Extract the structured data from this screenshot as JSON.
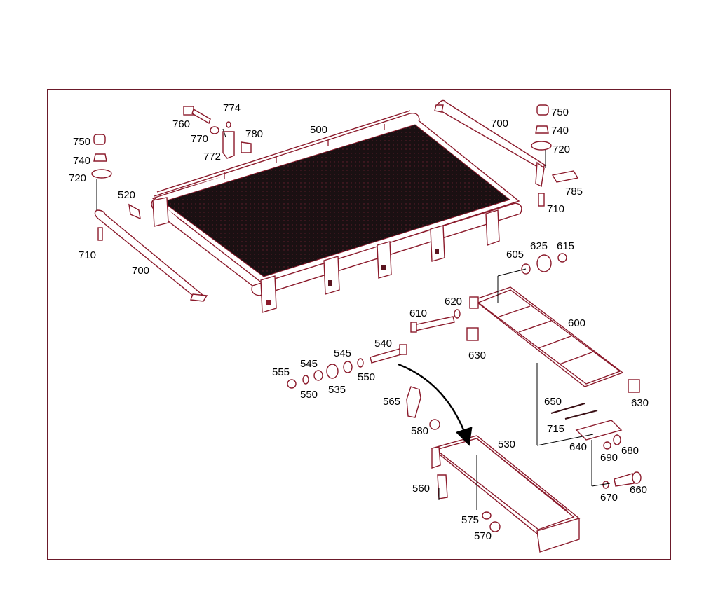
{
  "labels": {
    "p750a": "750",
    "p740a": "740",
    "p720a": "720",
    "p520": "520",
    "p710a": "710",
    "p700a": "700",
    "p760": "760",
    "p770": "770",
    "p774": "774",
    "p772": "772",
    "p780": "780",
    "p500": "500",
    "p700b": "700",
    "p750b": "750",
    "p740b": "740",
    "p720b": "720",
    "p785": "785",
    "p710b": "710",
    "p605": "605",
    "p625": "625",
    "p615": "615",
    "p620": "620",
    "p610": "610",
    "p600": "600",
    "p630a": "630",
    "p540": "540",
    "p545a": "545",
    "p555": "555",
    "p545b": "545",
    "p550a": "550",
    "p550b": "550",
    "p535": "535",
    "p565": "565",
    "p630b": "630",
    "p650": "650",
    "p580": "580",
    "p530": "530",
    "p715": "715",
    "p640": "640",
    "p680": "680",
    "p690": "690",
    "p560": "560",
    "p660": "660",
    "p670": "670",
    "p575": "575",
    "p570": "570"
  },
  "colors": {
    "line": "#8b1a2b",
    "frame": "#6b1a2a",
    "mesh": "#1a1012"
  }
}
